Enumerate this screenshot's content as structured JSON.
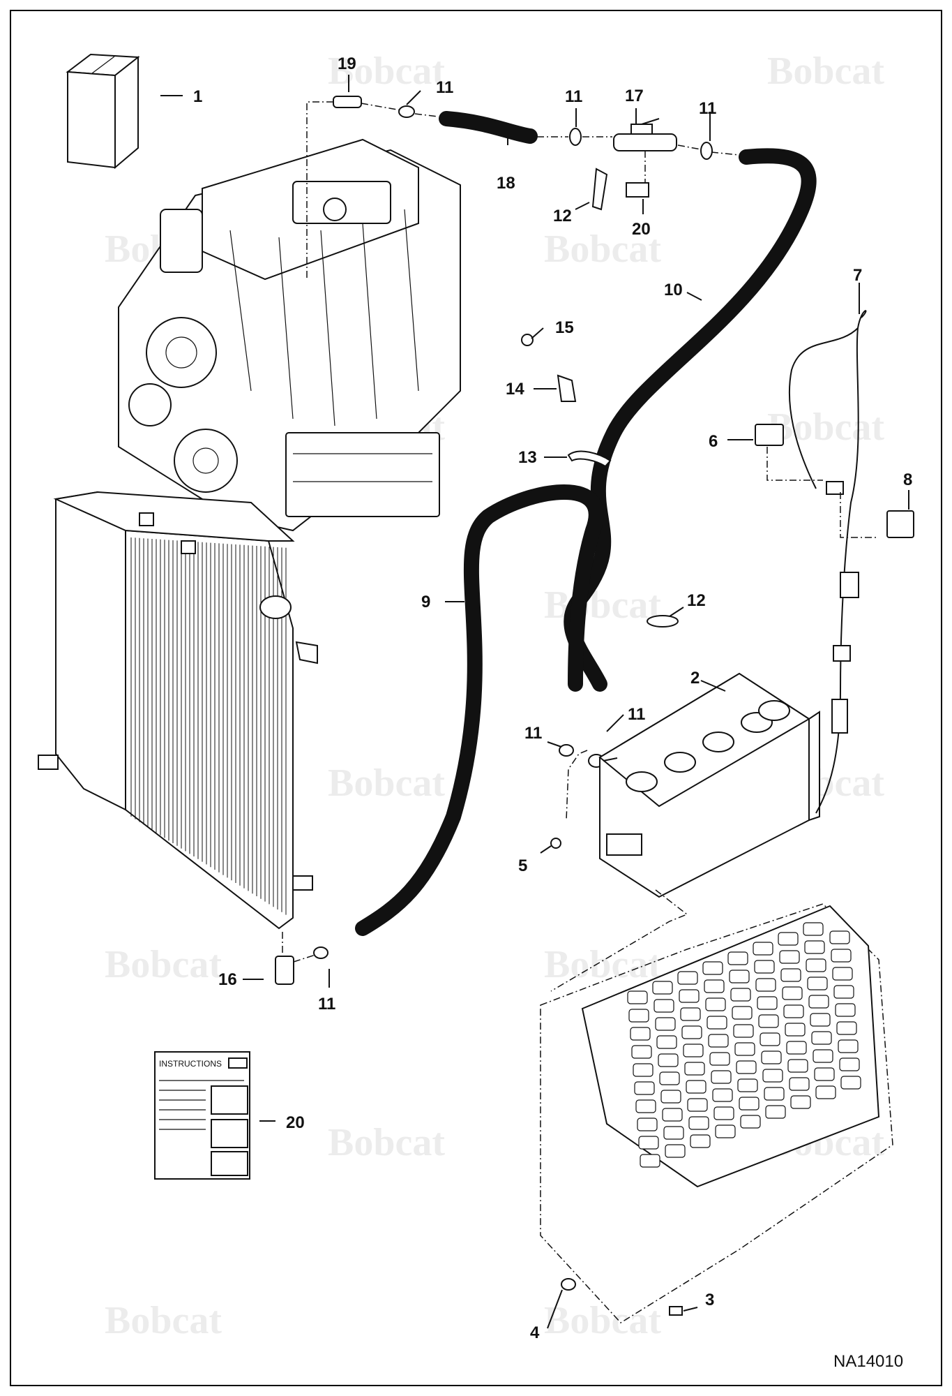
{
  "diagram": {
    "figure_id": "NA14010",
    "watermark": "Bobcat",
    "callouts": [
      "1",
      "2",
      "3",
      "4",
      "5",
      "6",
      "7",
      "8",
      "9",
      "10",
      "11",
      "11",
      "11",
      "11",
      "11",
      "11",
      "12",
      "12",
      "13",
      "14",
      "15",
      "16",
      "17",
      "18",
      "19",
      "20",
      "20"
    ],
    "instruction_sheet_title": "INSTRUCTIONS"
  }
}
